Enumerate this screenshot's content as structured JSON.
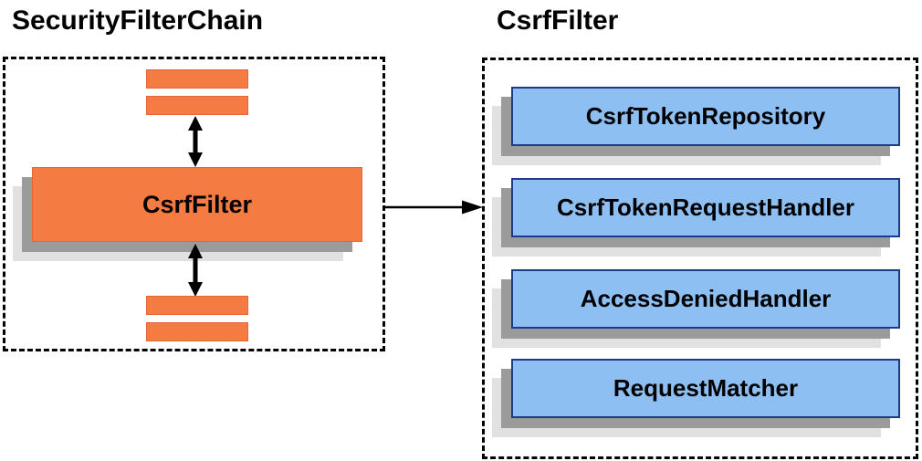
{
  "diagram": {
    "left_panel": {
      "title": "SecurityFilterChain",
      "csrf_filter_label": "CsrfFilter",
      "top_filter_placeholder_bars": 2,
      "bottom_filter_placeholder_bars": 2
    },
    "right_panel": {
      "title": "CsrfFilter",
      "components": [
        "CsrfTokenRepository",
        "CsrfTokenRequestHandler",
        "AccessDeniedHandler",
        "RequestMatcher"
      ]
    },
    "icons": {
      "vertical_double_arrow": "filled double-headed vertical arrow",
      "right_arrow": "filled right-pointing arrow"
    },
    "colors": {
      "orange_fill": "#F47B42",
      "orange_border": "#E8623A",
      "blue_fill": "#8DBFF2",
      "blue_border": "#1E3A8A",
      "shadow_mid": "#9B9B9B",
      "shadow_light": "#E1E1E1",
      "dashed_border": "#000000",
      "text": "#000000"
    }
  }
}
